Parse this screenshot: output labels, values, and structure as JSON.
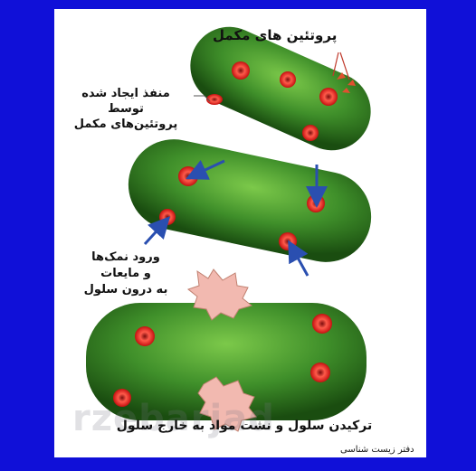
{
  "labels": {
    "complement_proteins": "پروتئین های مکمل",
    "pore_line1": "منفذ ایجاد شده",
    "pore_line2": "توسط",
    "pore_line3": "پروتئین‌های مکمل",
    "influx_line1": "ورود نمک‌ها",
    "influx_line2": "و مایعات",
    "influx_line3": "به درون سلول",
    "burst": "ترکیدن سلول و نشت مواد به خارج سلول",
    "source": "دفتر زیست شناسی"
  },
  "watermark": "rzebarjad",
  "colors": {
    "border": "#1010d8",
    "bacterium": "#3f8f2a",
    "bacterium_dark": "#1f5a14",
    "pore": "#d41e1e",
    "arrow": "#2a4fb0",
    "cytoplasm": "#f2b9b0"
  }
}
